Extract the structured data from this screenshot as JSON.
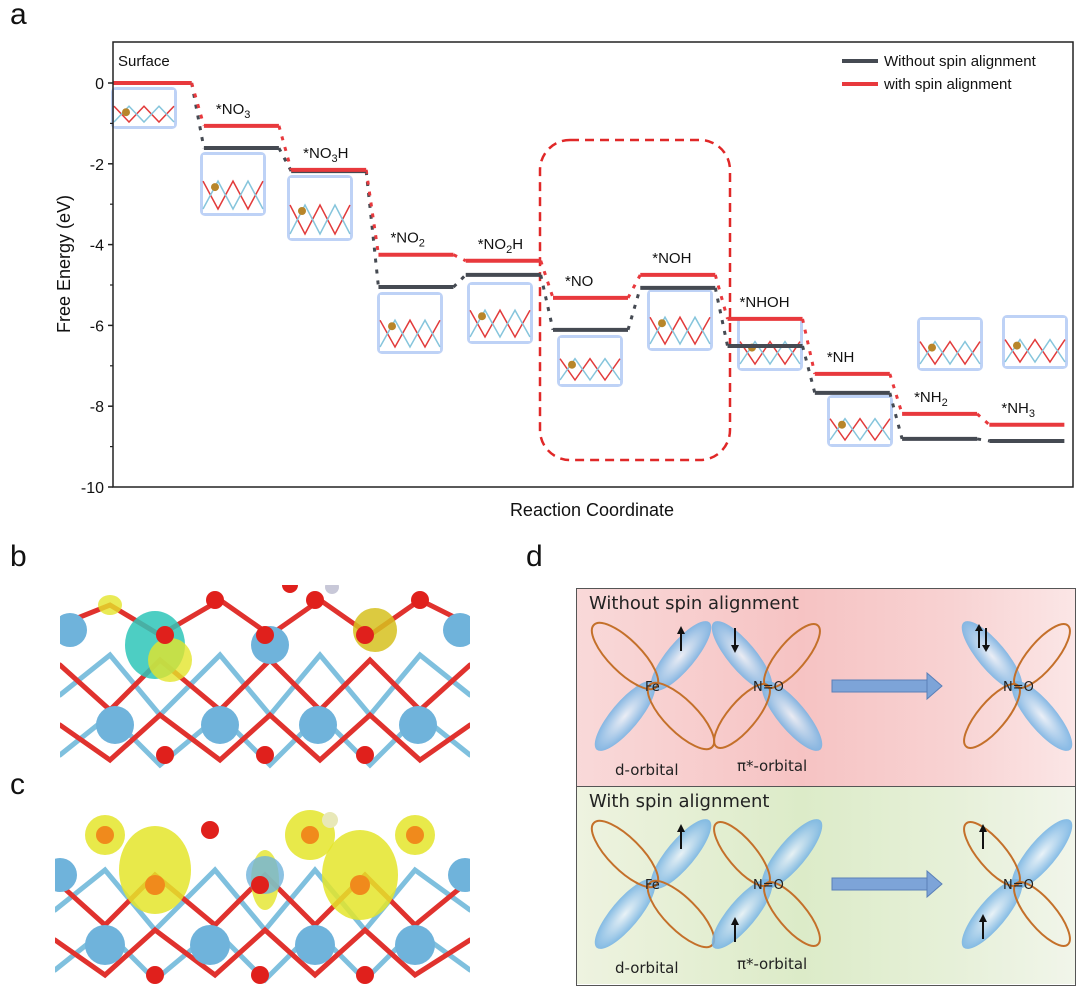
{
  "panels": {
    "a": "a",
    "b": "b",
    "c": "c",
    "d": "d"
  },
  "chart_data": {
    "type": "line",
    "title": "",
    "xlabel": "Reaction Coordinate",
    "ylabel": "Free Energy (eV)",
    "ylim": [
      -10,
      1
    ],
    "yticks": [
      0,
      -2,
      -4,
      -6,
      -8,
      -10
    ],
    "ytick_labels": [
      "0",
      "-2",
      "-4",
      "-6",
      "-8",
      "-10"
    ],
    "grid": false,
    "legend_position": "top-right",
    "categories": [
      "Surface",
      "*NO3",
      "*NO3H",
      "*NO2",
      "*NO2H",
      "*NO",
      "*NOH",
      "*NHOH",
      "*NH",
      "*NH2",
      "*NH3"
    ],
    "category_labels": [
      {
        "main": "Surface",
        "sub": "",
        "tail": ""
      },
      {
        "main": "*NO",
        "sub": "3",
        "tail": ""
      },
      {
        "main": "*NO",
        "sub": "3",
        "tail": "H"
      },
      {
        "main": "*NO",
        "sub": "2",
        "tail": ""
      },
      {
        "main": "*NO",
        "sub": "2",
        "tail": "H"
      },
      {
        "main": "*NO",
        "sub": "",
        "tail": ""
      },
      {
        "main": "*NOH",
        "sub": "",
        "tail": ""
      },
      {
        "main": "*NHOH",
        "sub": "",
        "tail": ""
      },
      {
        "main": "*NH",
        "sub": "",
        "tail": ""
      },
      {
        "main": "*NH",
        "sub": "2",
        "tail": ""
      },
      {
        "main": "*NH",
        "sub": "3",
        "tail": ""
      }
    ],
    "series": [
      {
        "name": "Without spin alignment",
        "color": "#454a52",
        "values": [
          0.0,
          -1.61,
          -2.18,
          -5.05,
          -4.75,
          -6.11,
          -5.07,
          -6.51,
          -7.67,
          -8.81,
          -8.86
        ]
      },
      {
        "name": "with spin alignment",
        "color": "#e8393d",
        "values": [
          0.0,
          -1.06,
          -2.15,
          -4.25,
          -4.4,
          -5.32,
          -4.75,
          -5.84,
          -7.2,
          -8.19,
          -8.46
        ]
      }
    ],
    "annotations": [
      "highlighted region: *NO and *NOH steps (red dashed rounded box)"
    ]
  },
  "panel_d": {
    "top_title": "Without spin alignment",
    "bottom_title": "With spin alignment",
    "fe_label": "Fe",
    "no_label": "N=O",
    "d_orbital_label": "d-orbital",
    "pi_orbital_label": "π*-orbital"
  }
}
